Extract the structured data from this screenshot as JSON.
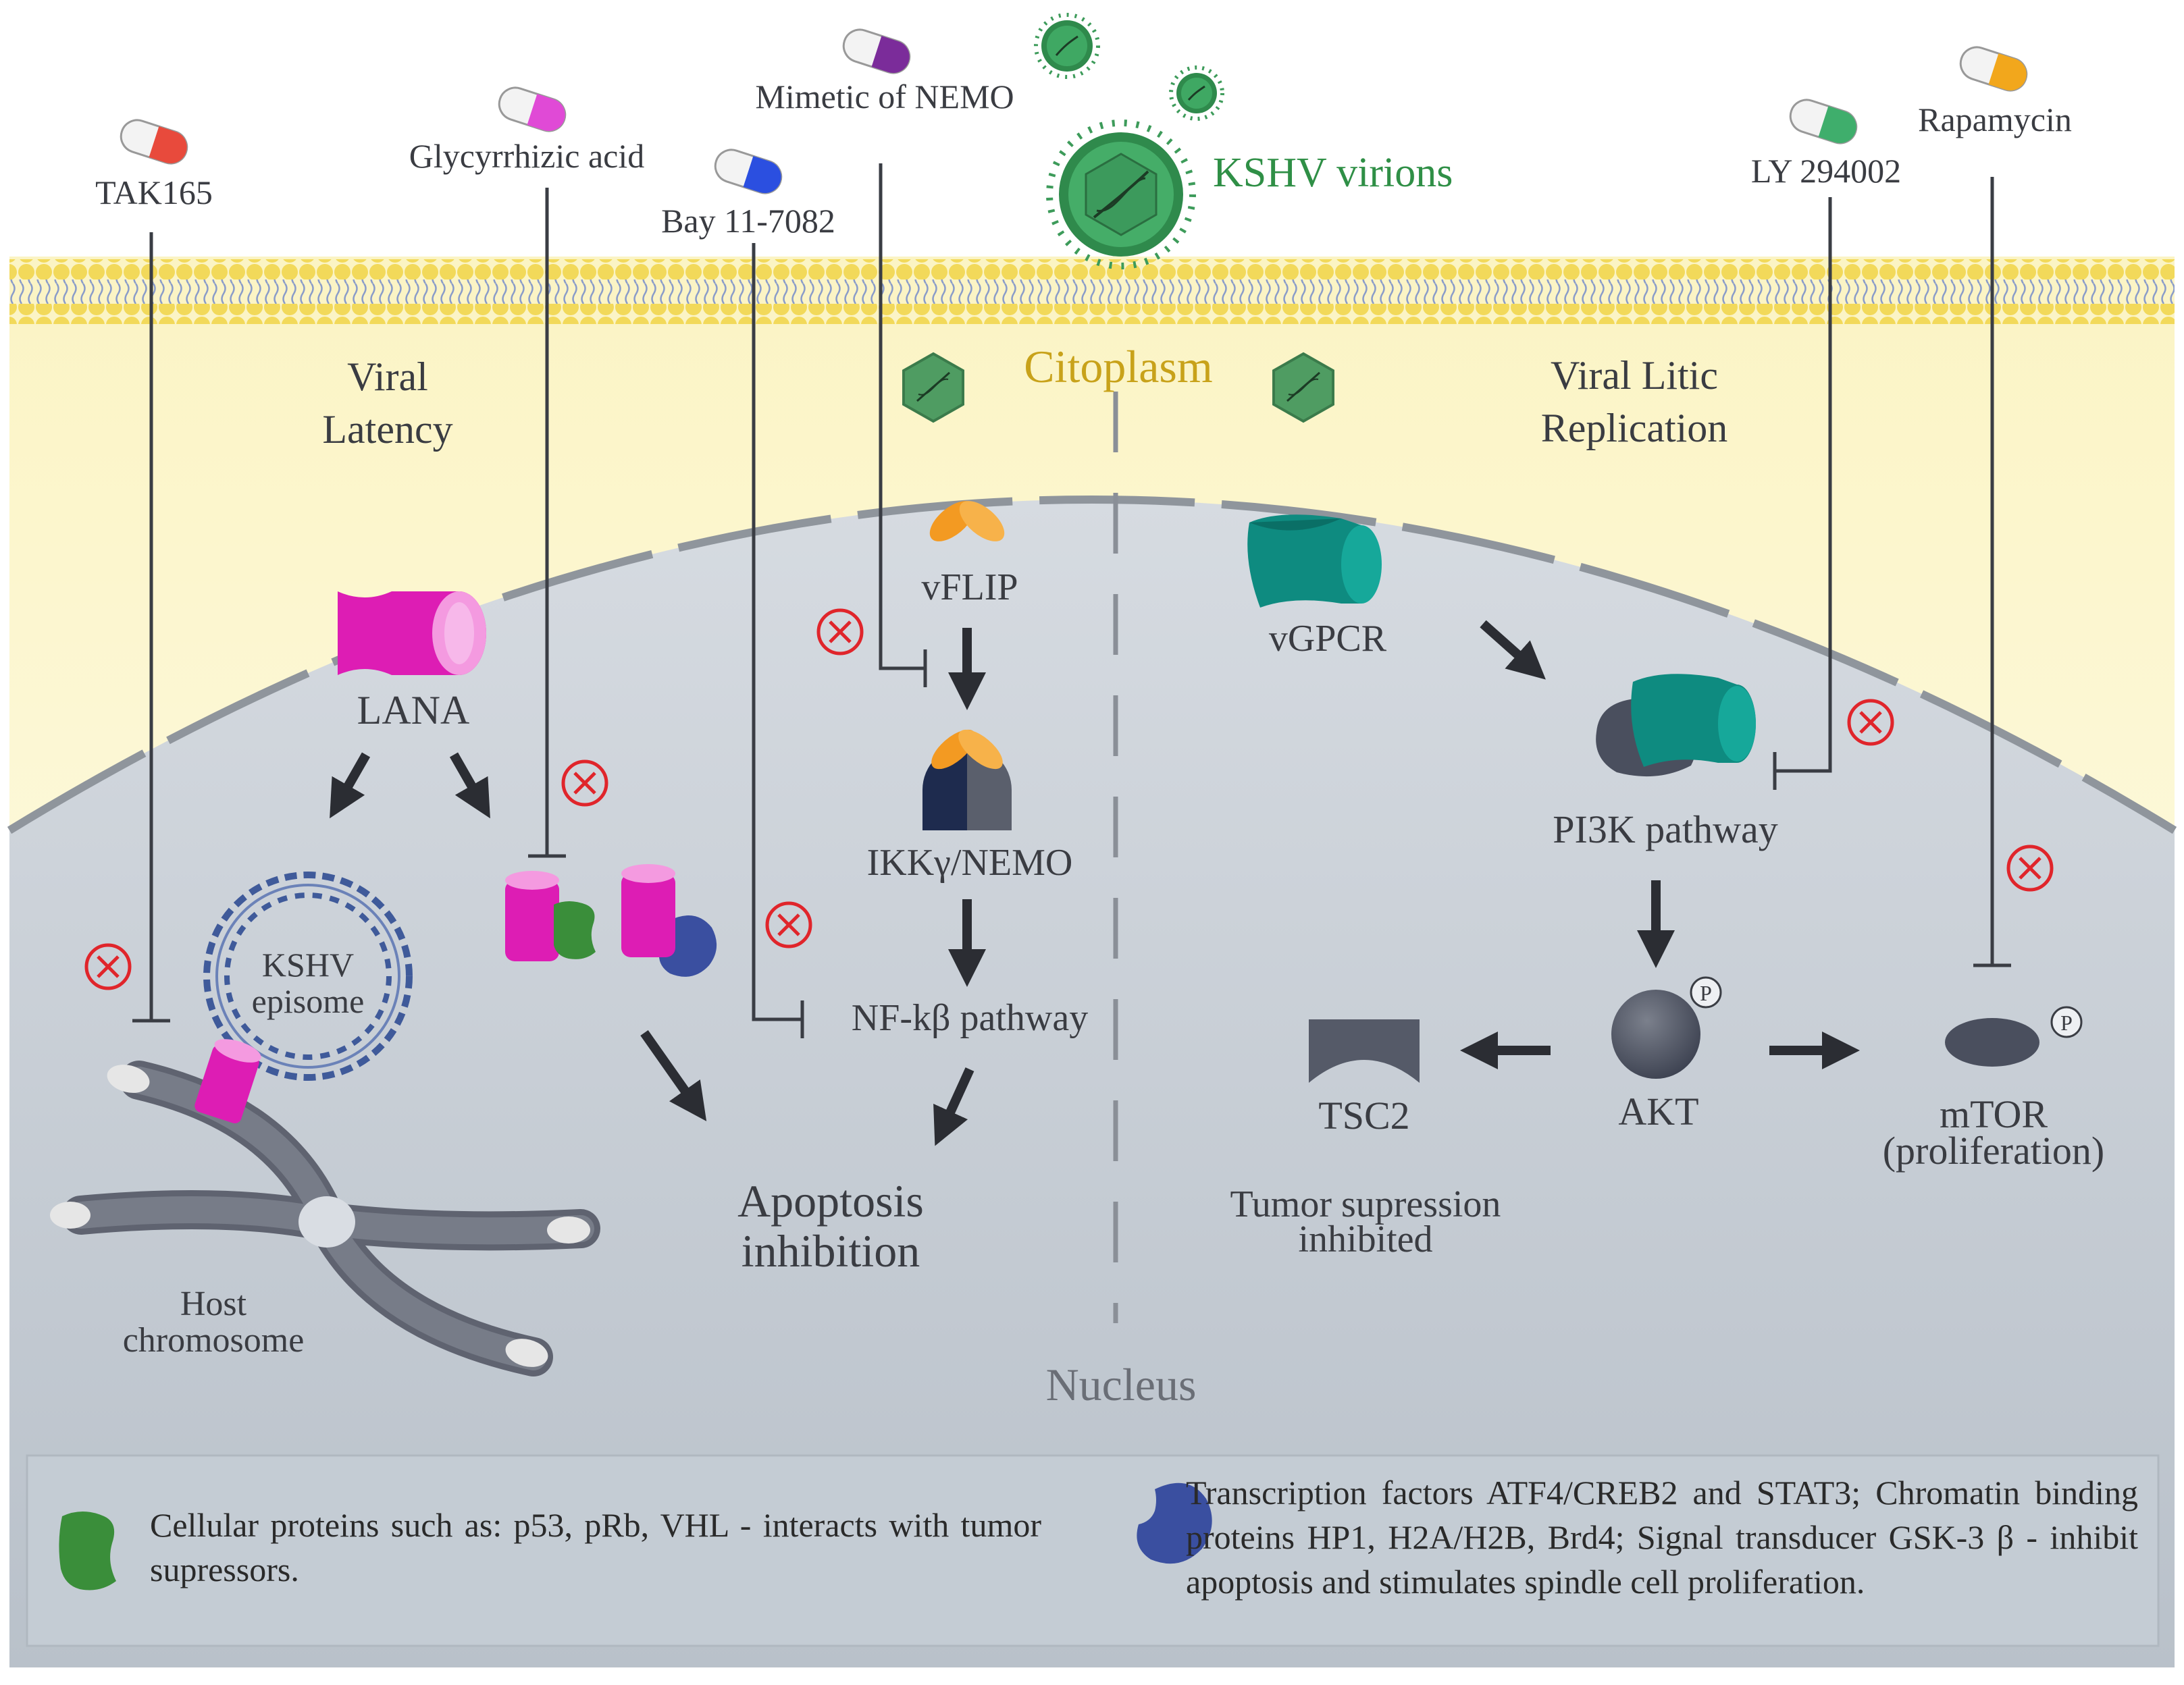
{
  "drugs": {
    "tak165": "TAK165",
    "glycyrrhizic": "Glycyrrhizic acid",
    "mimetic_nemo": "Mimetic of NEMO",
    "bay": "Bay 11-7082",
    "ly": "LY 294002",
    "rapamycin": "Rapamycin"
  },
  "virions_label": "KSHV virions",
  "compartments": {
    "cytoplasm": "Citoplasm",
    "nucleus": "Nucleus",
    "latency_line1": "Viral",
    "latency_line2": "Latency",
    "lytic_line1": "Viral Litic",
    "lytic_line2": "Replication"
  },
  "molecules": {
    "lana": "LANA",
    "episome_line1": "KSHV",
    "episome_line2": "episome",
    "host_line1": "Host",
    "host_line2": "chromosome",
    "vflip": "vFLIP",
    "ikk": "IKKγ/NEMO",
    "nfkb": "NF-kβ pathway",
    "apoptosis_line1": "Apoptosis",
    "apoptosis_line2": "inhibition",
    "vgpcr": "vGPCR",
    "pi3k": "PI3K pathway",
    "akt": "AKT",
    "tsc2": "TSC2",
    "tumor_line1": "Tumor supression",
    "tumor_line2": "inhibited",
    "mtor_line1": "mTOR",
    "mtor_line2": "(proliferation)",
    "phospho": "P"
  },
  "legend": {
    "cellular": "Cellular proteins such as: p53, pRb, VHL - interacts with tumor supressors.",
    "transcription": "Transcription factors ATF4/CREB2 and STAT3; Chromatin binding proteins HP1, H2A/H2B, Brd4; Signal transducer GSK-3 β - inhibit apoptosis and stimulates spindle cell proliferation."
  },
  "colors": {
    "membrane_head": "#f2d95a",
    "cytoplasm_fill": "#fdf8d8",
    "nucleus_fill": "#c3cad2",
    "lana": "#e020b8",
    "teal": "#0e8b80",
    "green": "#3a8e3a",
    "blue": "#3a4fa0",
    "orange": "#f39a22",
    "inhibit_red": "#e0252b",
    "virion_green": "#3d9b5a",
    "text_green": "#2f8f46",
    "text_gold": "#c8a21a"
  }
}
